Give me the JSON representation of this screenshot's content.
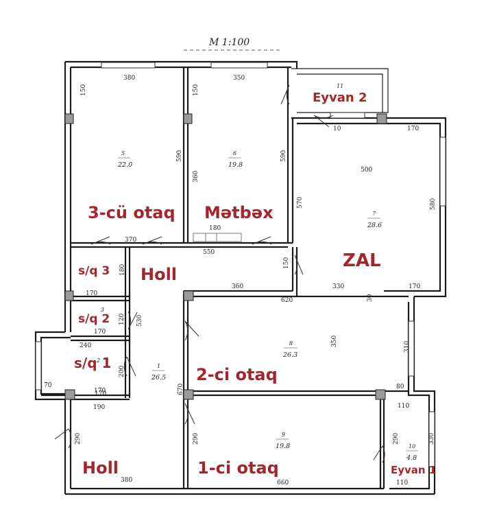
{
  "scale": "M 1:100",
  "rooms": [
    {
      "id": "r5",
      "number": "5",
      "area": "22.0",
      "label": "3-cü otaq"
    },
    {
      "id": "r6",
      "number": "6",
      "area": "19.8",
      "label": "Mətbəx"
    },
    {
      "id": "r7",
      "number": "7",
      "area": "28.6",
      "label": "ZAL"
    },
    {
      "id": "r11",
      "number": "11",
      "label": "Eyvan 2"
    },
    {
      "id": "r8",
      "number": "8",
      "area": "26.3",
      "label": "2-ci otaq"
    },
    {
      "id": "r9",
      "number": "9",
      "area": "19.8",
      "label": "1-ci otaq"
    },
    {
      "id": "r10",
      "number": "10",
      "area": "4.8",
      "label": "Eyvan 1"
    },
    {
      "id": "r1",
      "number": "1",
      "area": "26.5"
    },
    {
      "id": "r2",
      "number": "2",
      "label": "s/q 1"
    },
    {
      "id": "r3",
      "number": "3",
      "label": "s/q 2"
    },
    {
      "id": "r4",
      "label": "s/q 3"
    }
  ],
  "hall_labels": [
    "Holl",
    "Holl"
  ],
  "dimensions": [
    "380",
    "350",
    "150",
    "590",
    "150",
    "360",
    "590",
    "170",
    "500",
    "570",
    "580",
    "180",
    "370",
    "170",
    "550",
    "150",
    "360",
    "330",
    "170",
    "180",
    "170",
    "620",
    "30",
    "120",
    "530",
    "350",
    "170",
    "240",
    "310",
    "380",
    "200",
    "670",
    "70",
    "170",
    "80",
    "190",
    "110",
    "290",
    "290",
    "330",
    "290",
    "380",
    "660",
    "110",
    "10"
  ]
}
